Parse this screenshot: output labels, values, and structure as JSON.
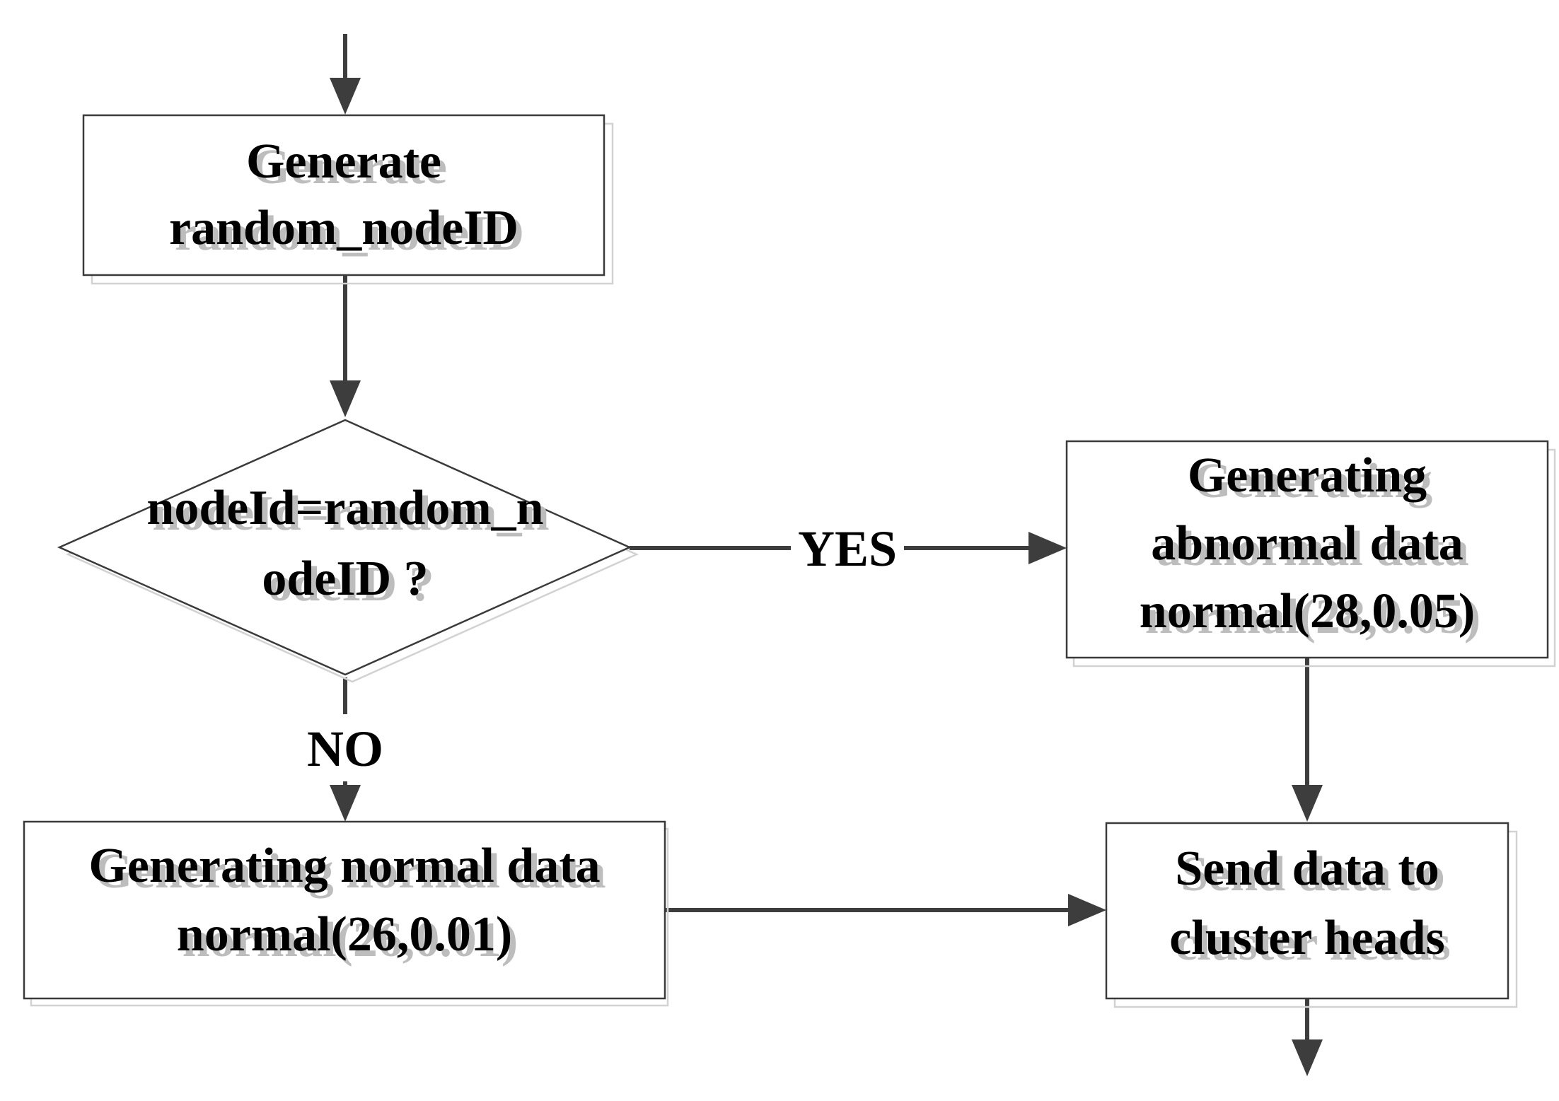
{
  "nodes": {
    "generate_id": {
      "lines": [
        "Generate",
        "random_nodeID"
      ]
    },
    "decision": {
      "lines": [
        "nodeId=random_n",
        "odeID ?"
      ]
    },
    "abnormal": {
      "lines": [
        "Generating",
        "abnormal data",
        "normal(28,0.05)"
      ]
    },
    "normal": {
      "lines": [
        "Generating normal data",
        "normal(26,0.01)"
      ]
    },
    "send": {
      "lines": [
        "Send data to",
        "cluster heads"
      ]
    }
  },
  "edges": {
    "yes_label": "YES",
    "no_label": "NO"
  },
  "colors": {
    "line": "#3d3d3d",
    "box_border": "#3a3a3a",
    "shadow": "#d2d2d2",
    "text": "#000000"
  }
}
